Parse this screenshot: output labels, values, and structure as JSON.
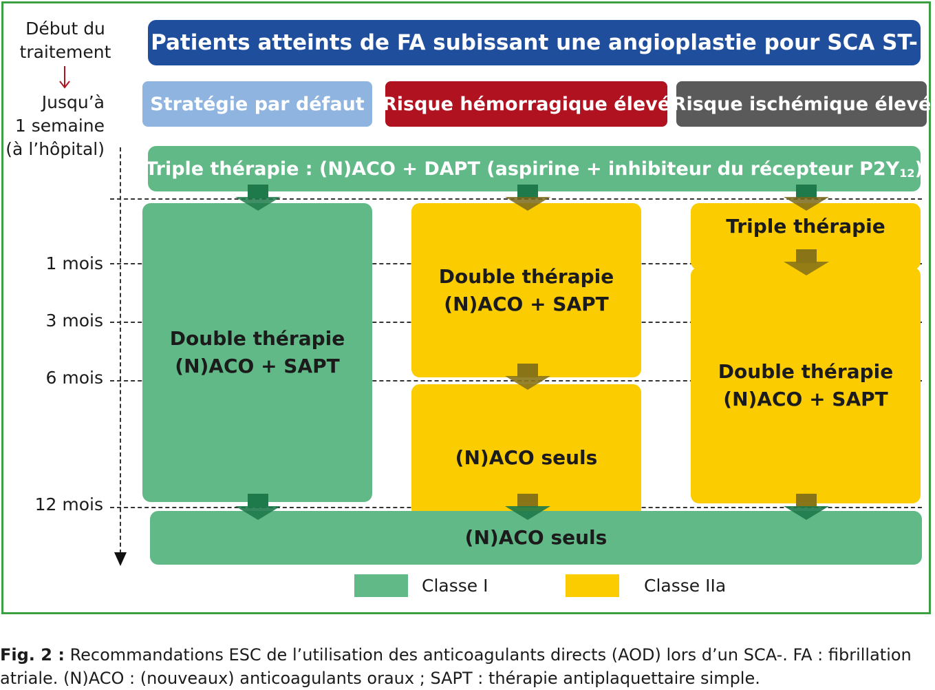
{
  "timeline": {
    "start_line1": "Début du",
    "start_line2": "traitement",
    "until_line1": "Jusqu’à",
    "until_line2": "1 semaine",
    "until_line3": "(à l’hôpital)",
    "m1": "1 mois",
    "m3": "3 mois",
    "m6": "6 mois",
    "m12": "12 mois"
  },
  "title": "Patients atteints de FA subissant une angioplastie pour SCA ST-",
  "headers": {
    "default": "Stratégie par défaut",
    "bleeding": "Risque hémorragique élevé",
    "ischemic": "Risque ischémique élevé"
  },
  "triple_bar": {
    "text": "Triple thérapie :  (N)ACO + DAPT (aspirine + inhibiteur du récepteur P2Y",
    "sub": "12",
    "close": ")"
  },
  "boxes": {
    "default_double": "Double thérapie\n(N)ACO + SAPT",
    "bleeding_double": "Double thérapie\n(N)ACO + SAPT",
    "bleeding_naco": "(N)ACO seuls",
    "ischemic_triple": "Triple thérapie",
    "ischemic_double": "Double thérapie\n(N)ACO + SAPT",
    "final_naco": "(N)ACO seuls"
  },
  "legend": {
    "class1": "Classe I",
    "class2a": "Classe IIa"
  },
  "caption": {
    "prefix": "Fig. 2 :",
    "text": " Recommandations ESC de l’utilisation des anticoagulants directs (AOD) lors d’un SCA-. FA : fibrillation atriale. (N)ACO : (nouveaux) anticoagulants oraux ; SAPT : thérapie antiplaquettaire simple."
  },
  "colors": {
    "title_blue": "#1f4e9c",
    "default_blue": "#8fb4e0",
    "bleeding_red": "#b01220",
    "ischemic_gray": "#5a5a5a",
    "class1_green": "#62b988",
    "class2a_yellow": "#fbcc00",
    "frame_green": "#3aa042"
  }
}
